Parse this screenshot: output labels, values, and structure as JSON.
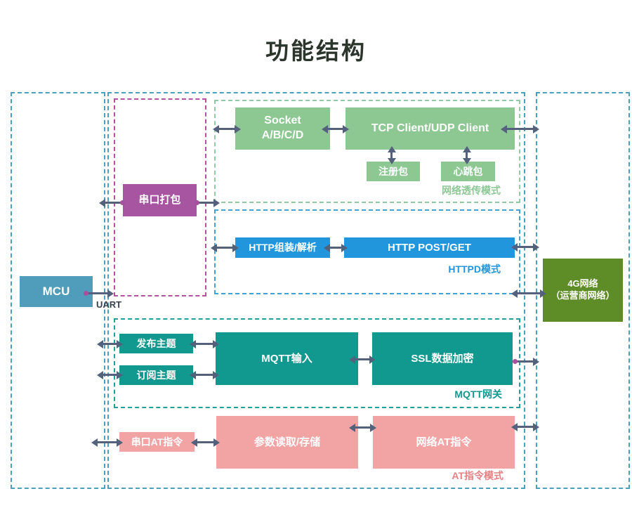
{
  "title": "功能结构",
  "mcu": {
    "label": "MCU"
  },
  "uart_label": "UART",
  "serial_pack": {
    "label": "串口打包"
  },
  "transparent_section": {
    "socket": {
      "line1": "Socket",
      "line2": "A/B/C/D"
    },
    "tcp_udp_client": {
      "label": "TCP Client/UDP Client"
    },
    "register_packet": {
      "label": "注册包"
    },
    "heartbeat_packet": {
      "label": "心跳包"
    },
    "mode_label": "网络透传模式"
  },
  "httpd_section": {
    "http_assemble": {
      "label": "HTTP组装/解析"
    },
    "http_post_get": {
      "label": "HTTP POST/GET"
    },
    "mode_label": "HTTPD模式"
  },
  "mqtt_section": {
    "publish_topic": {
      "label": "发布主题"
    },
    "subscribe_topic": {
      "label": "订阅主题"
    },
    "mqtt_input": {
      "label": "MQTT输入"
    },
    "ssl_encrypt": {
      "label": "SSL数据加密"
    },
    "mode_label": "MQTT网关"
  },
  "at_section": {
    "serial_at": {
      "label": "串口AT指令"
    },
    "param_rw": {
      "label": "参数读取/存储"
    },
    "network_at": {
      "label": "网络AT指令"
    },
    "mode_label": "AT指令模式"
  },
  "network_4g": {
    "line1": "4G网络",
    "line2": "（运营商网络）"
  },
  "palette": {
    "title_text": "#2b352c",
    "mcu_fill": "#4f9cbb",
    "serial_pack_fill": "#a855a1",
    "green_fill": "#8dc791",
    "blue_fill": "#2196dc",
    "teal_fill": "#12998f",
    "pink_fill": "#f2a4a5",
    "olive_fill": "#5e8d28",
    "arrow": "#54617c",
    "magenta_accent": "#a8509e",
    "outer_dash": "#4aa0bd",
    "purple_dash": "#b5519f",
    "green_dash": "#8fcba4",
    "blue_dash": "#3fa3d9",
    "teal_dash": "#20a09a",
    "mode_label_green": "#8cc795",
    "mode_label_blue": "#2196dc",
    "mode_label_teal": "#12998f",
    "mode_label_pink": "#e87f83",
    "uart_text": "#39404f"
  }
}
